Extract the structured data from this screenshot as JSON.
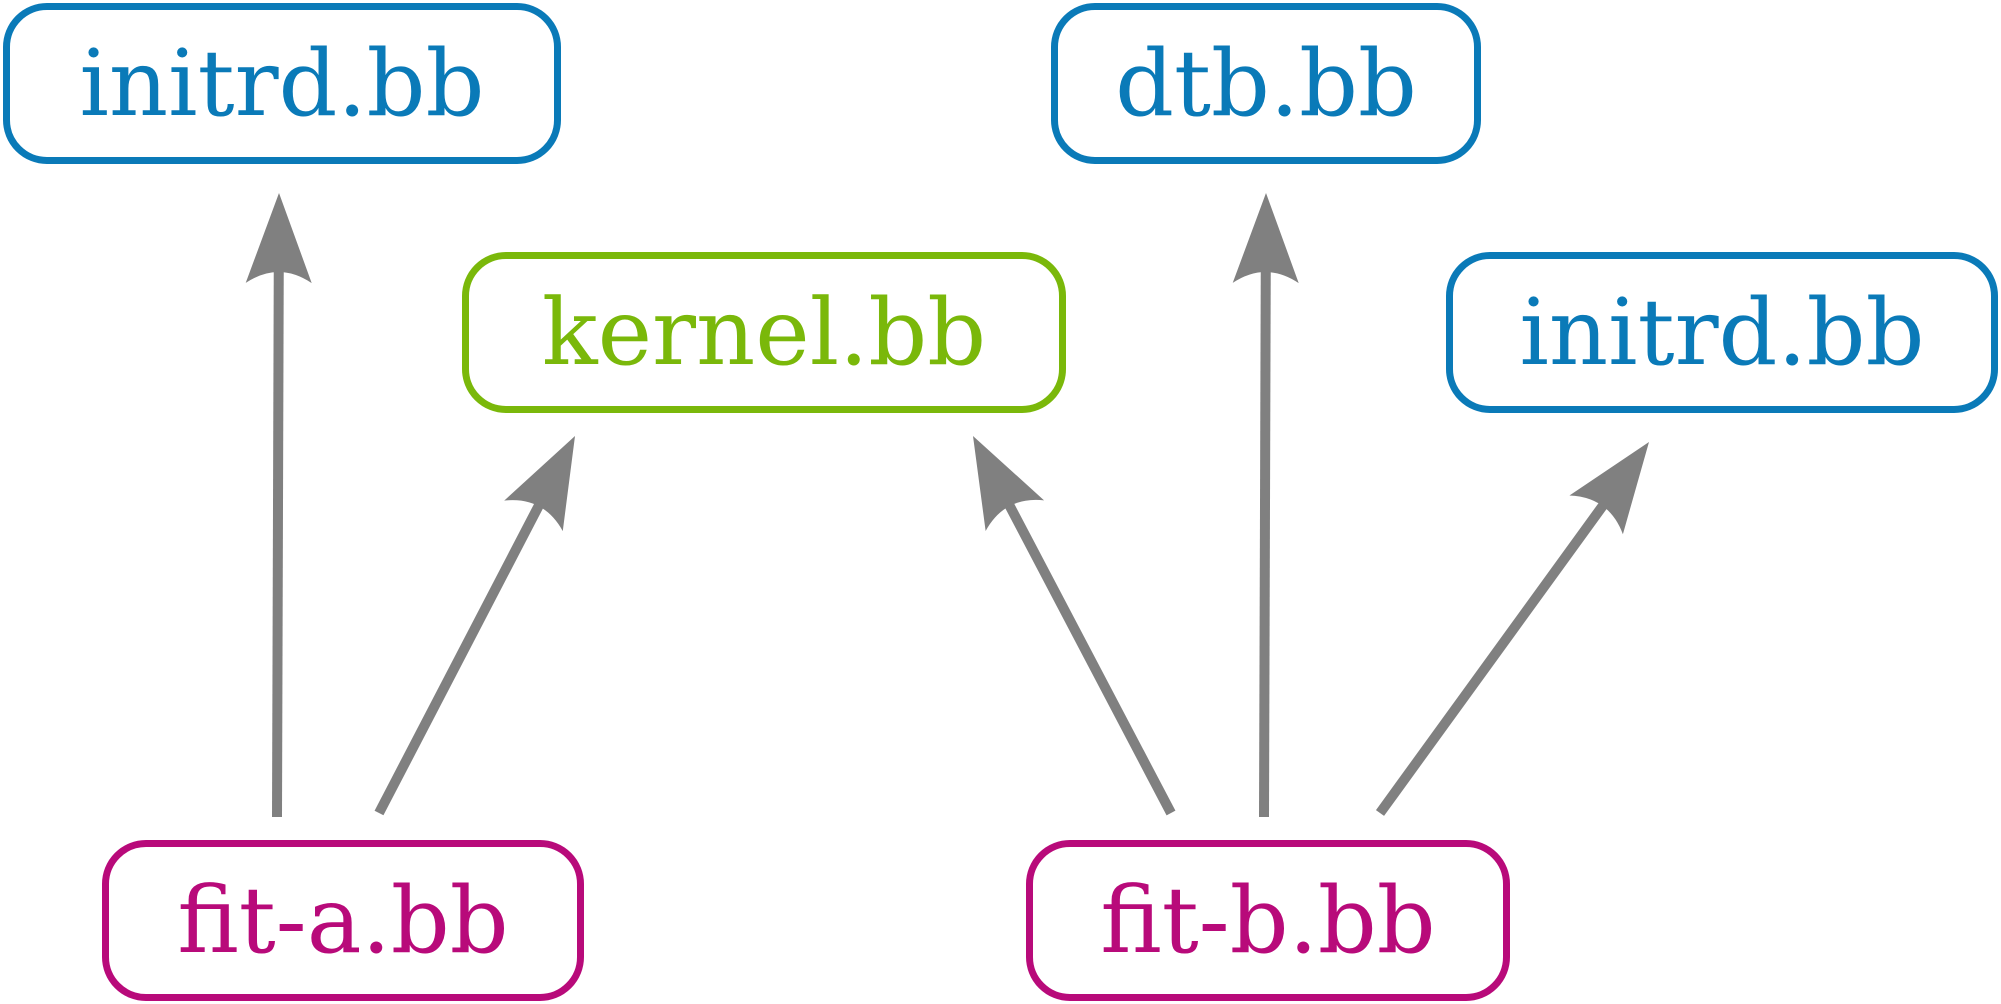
{
  "colors": {
    "blue": "#0a7ab8",
    "green": "#7ab80a",
    "magenta": "#b80a7a",
    "arrow": "#808080"
  },
  "nodes": {
    "initrd_left": {
      "label": "initrd.bb",
      "color": "#0a7ab8"
    },
    "dtb": {
      "label": "dtb.bb",
      "color": "#0a7ab8"
    },
    "kernel": {
      "label": "kernel.bb",
      "color": "#7ab80a"
    },
    "initrd_right": {
      "label": "initrd.bb",
      "color": "#0a7ab8"
    },
    "fit_a": {
      "label": "fit-a.bb",
      "color": "#b80a7a"
    },
    "fit_b": {
      "label": "fit-b.bb",
      "color": "#b80a7a"
    }
  },
  "edges": [
    {
      "from": "fit_a",
      "to": "initrd_left"
    },
    {
      "from": "fit_a",
      "to": "kernel"
    },
    {
      "from": "fit_b",
      "to": "kernel"
    },
    {
      "from": "fit_b",
      "to": "dtb"
    },
    {
      "from": "fit_b",
      "to": "initrd_right"
    }
  ]
}
